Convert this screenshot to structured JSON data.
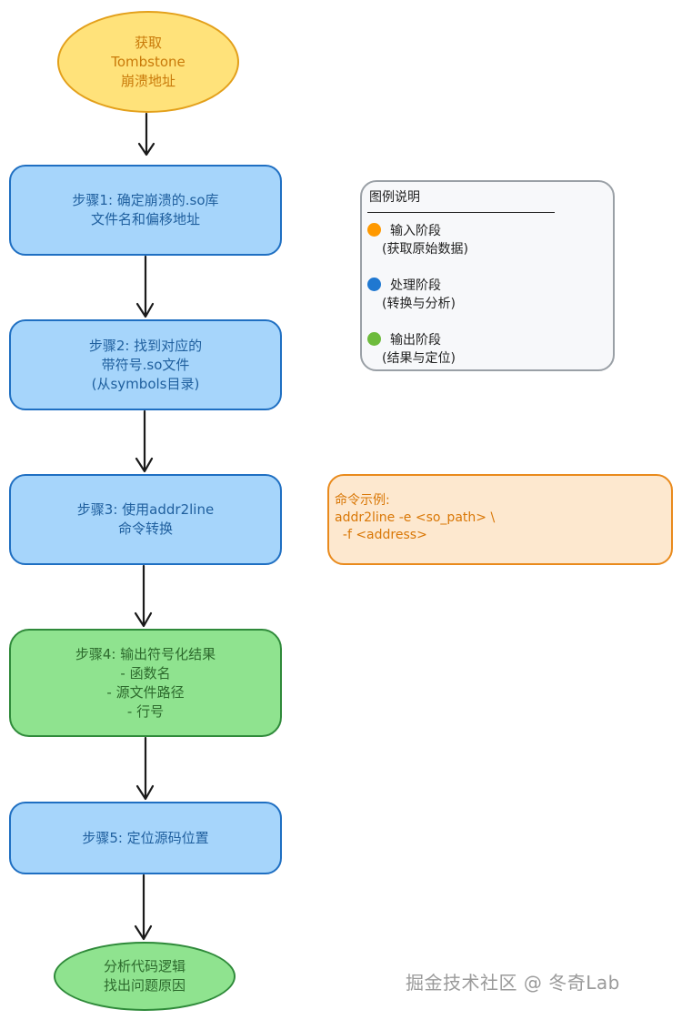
{
  "start": {
    "text": "获取\nTombstone\n崩溃地址"
  },
  "steps": [
    {
      "text": "步骤1: 确定崩溃的.so库\n文件名和偏移地址"
    },
    {
      "text": "步骤2: 找到对应的\n带符号.so文件\n(从symbols目录)"
    },
    {
      "text": "步骤3: 使用addr2line\n命令转换"
    },
    {
      "text": "步骤4: 输出符号化结果\n- 函数名\n- 源文件路径\n- 行号"
    },
    {
      "text": "步骤5: 定位源码位置"
    }
  ],
  "end": {
    "text": "分析代码逻辑\n找出问题原因"
  },
  "legend": {
    "title": "图例说明",
    "items": [
      {
        "label": "输入阶段",
        "sub": "(获取原始数据)",
        "color": "#ff9900"
      },
      {
        "label": "处理阶段",
        "sub": "(转换与分析)",
        "color": "#1f78d1"
      },
      {
        "label": "输出阶段",
        "sub": "(结果与定位)",
        "color": "#6dbb3c"
      }
    ]
  },
  "command": {
    "title": "命令示例:",
    "line1": "addr2line -e <so_path> \\",
    "line2": "  -f <address>"
  },
  "watermark": "掘金技术社区 @ 冬奇Lab"
}
